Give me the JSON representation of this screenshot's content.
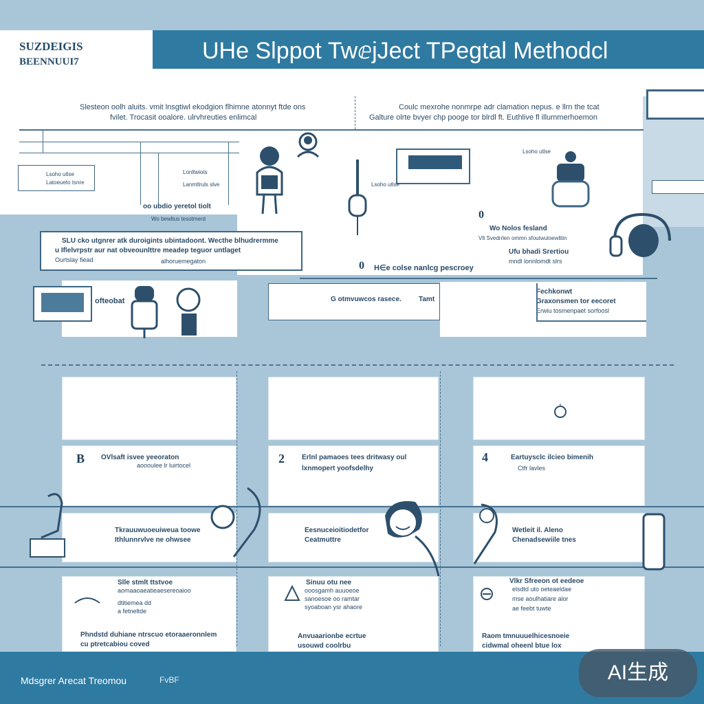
{
  "header": {
    "logo_line1": "SUZDEIGIS",
    "logo_line2": "BEENNUUI7",
    "title": "UHe Slppot TwⅇjJect TPegtal Methodcl"
  },
  "top_section": {
    "left_caption_line1": "Slesteon oolh aluits. vmit lnsgtiwl ekodgion flhimne atonnyt ftde ons",
    "left_caption_line2": "fvilet. Trocasit ooalore. ulrvhreuties enlimcal",
    "right_caption_line1": "Coulc mexrohe nonmrpe adr clamation nepus. e llrn the tcat",
    "right_caption_line2": "Galture olrte bvyer chp pooge tor blrdl ft. Euthlive fl illummerhoemon",
    "step_flow_1": "oo ubdio yeretol tiolt",
    "step_flow_2": "Wo bewltus tesotmerd",
    "wide_box_line1": "SLU cko utgnrer atk duroigints ubintadoont. Wecthe blhudrermme",
    "wide_box_line2": "u Iflelvrpstr aur nat obveounlttre meadep teguor untlaget",
    "wide_box_line3": "Ourtslay fiead",
    "wide_box_line4": "alhoruemegaton",
    "center_note": "H∈e colse nanlcg pescroey",
    "panel_a_label": "ofteobat",
    "panel_b_line1": "G otmvuwcos rasece.",
    "panel_b_line2": "Tamt",
    "panel_c_title": "Fechkonwt",
    "panel_c_line1": "Graxonsmen tor eecoret",
    "panel_c_line2": "Erwiu tosmenpaet sorfoosl",
    "right_note_line1": "Wo Nolos fesland",
    "right_note_line2": "Vlt Svedrrlen ommn sfoutwuloewlitin",
    "right_note_line3": "Ufu bhadi Srertiou",
    "right_note_line4": "mndl lonnlomdt slrs",
    "num_zero_a": "0",
    "num_zero_b": "0",
    "small_label_1": "Lsoho utlse",
    "small_label_2": "Latoeueto tsnre",
    "small_label_3": "Lonltwiots",
    "small_label_4": "Lanmtlruls slve"
  },
  "steps": [
    {
      "number": "B",
      "line1": "OVlsaft isvee yeeoraton",
      "line2": "aoooulee lr luirtocel",
      "lower_line1": "Tkrauuwuoeuiweua toowe",
      "lower_line2": "Ithlunnrvlve ne ohwsee"
    },
    {
      "number": "2",
      "line1": "Erlnl pamaoes tees dritwasy oul",
      "line2": "lxnmopert yoofsdelhy",
      "lower_line1": "Eesnuceioitiodetfor",
      "lower_line2": "Ceatmuttre"
    },
    {
      "number": "4",
      "line1": "Eartuysclc ilcieo bimenih",
      "line2": "Ctfr lavles",
      "lower_line1": "Wetleit il. Aleno",
      "lower_line2": "Chenadsewiile tnes"
    }
  ],
  "bottom_cards": [
    {
      "line1": "Slle stmlt ttstvoe",
      "line2": "aomaaoaeatieaesereoaioo",
      "line3": "dtitiemea dd ",
      "line4": "a fetneltde",
      "note1": "Phndstd duhiane ntrscuo etoraaeronnlem",
      "note2": "cu ptretcabiou coved"
    },
    {
      "line1": "Sinuu otu nee",
      "line2": "ooosgamh auuoeoe",
      "line3": "sanoesoe oo ramtar",
      "line4": "syoaboan ysr ahaore",
      "note1": "Anvuaarionbe ecrtue",
      "note2": "usouwd coolrbu"
    },
    {
      "line1": "Vlkr Sfreeon ot eedeoe",
      "line2": "elsdtd uto oeteaeldae",
      "line3": "mse aoulhatiare alor",
      "line4": "ae feebt tuwte",
      "note1": "Raom tmnuuuelhicesnoeie",
      "note2": "cidwmal oheenl btue lox"
    }
  ],
  "footer": {
    "text": "Mdsgrer Arecat Treomou",
    "badge": "FvBF"
  },
  "watermark": "AI生成"
}
